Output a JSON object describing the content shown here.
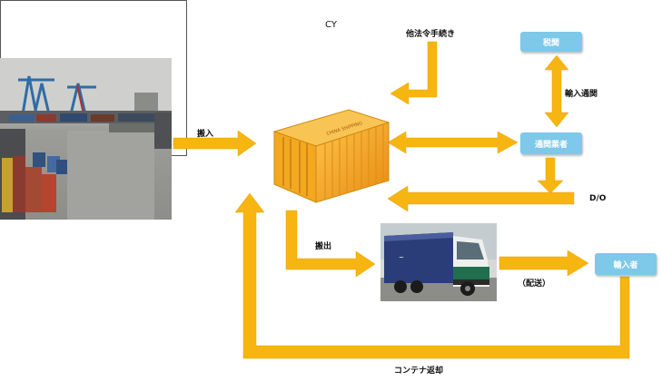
{
  "cy_label": "CY",
  "port_photo": {
    "caption": ""
  },
  "container": {
    "door_text": "CHINA SHIPPING"
  },
  "truck_photo": {
    "caption": ""
  },
  "labels": {
    "other_laws": "他法令手続き",
    "import_in": "搬入",
    "import_permit": "輸入通関",
    "carry_out": "搬出",
    "delivery": "（配送）",
    "container_return": "コンテナ返却",
    "do": "D/O"
  },
  "boxes": {
    "customs": "税関",
    "broker": "通関業者",
    "importer": "輸入者"
  },
  "colors": {
    "arrow": "#f7b512",
    "arrow_edge": "#e0a010",
    "box": "#7ec8ea"
  }
}
